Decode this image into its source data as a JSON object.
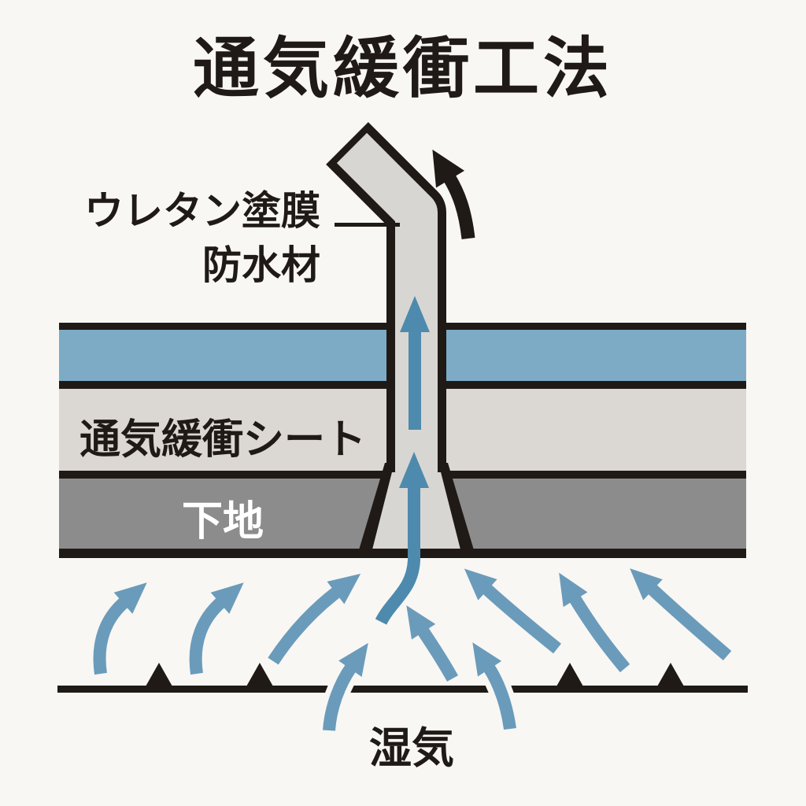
{
  "title": "通気緩衝工法",
  "labels": {
    "coating_line1": "ウレタン塗膜",
    "coating_line2": "防水材",
    "sheet": "通気緩衝シート",
    "substrate": "下地",
    "moisture": "湿気"
  },
  "colors": {
    "background": "#f8f7f4",
    "ink": "#201a16",
    "layer_blue": "#7dabc6",
    "layer_sheet_gray": "#dbd8d4",
    "layer_substrate_gray": "#8c8c8c",
    "pipe_gray": "#d8d6d2",
    "arrow_blue": "#6b9bba",
    "pipe_arrow_blue": "#4e8aad",
    "label_text_light": "#ffffff"
  }
}
